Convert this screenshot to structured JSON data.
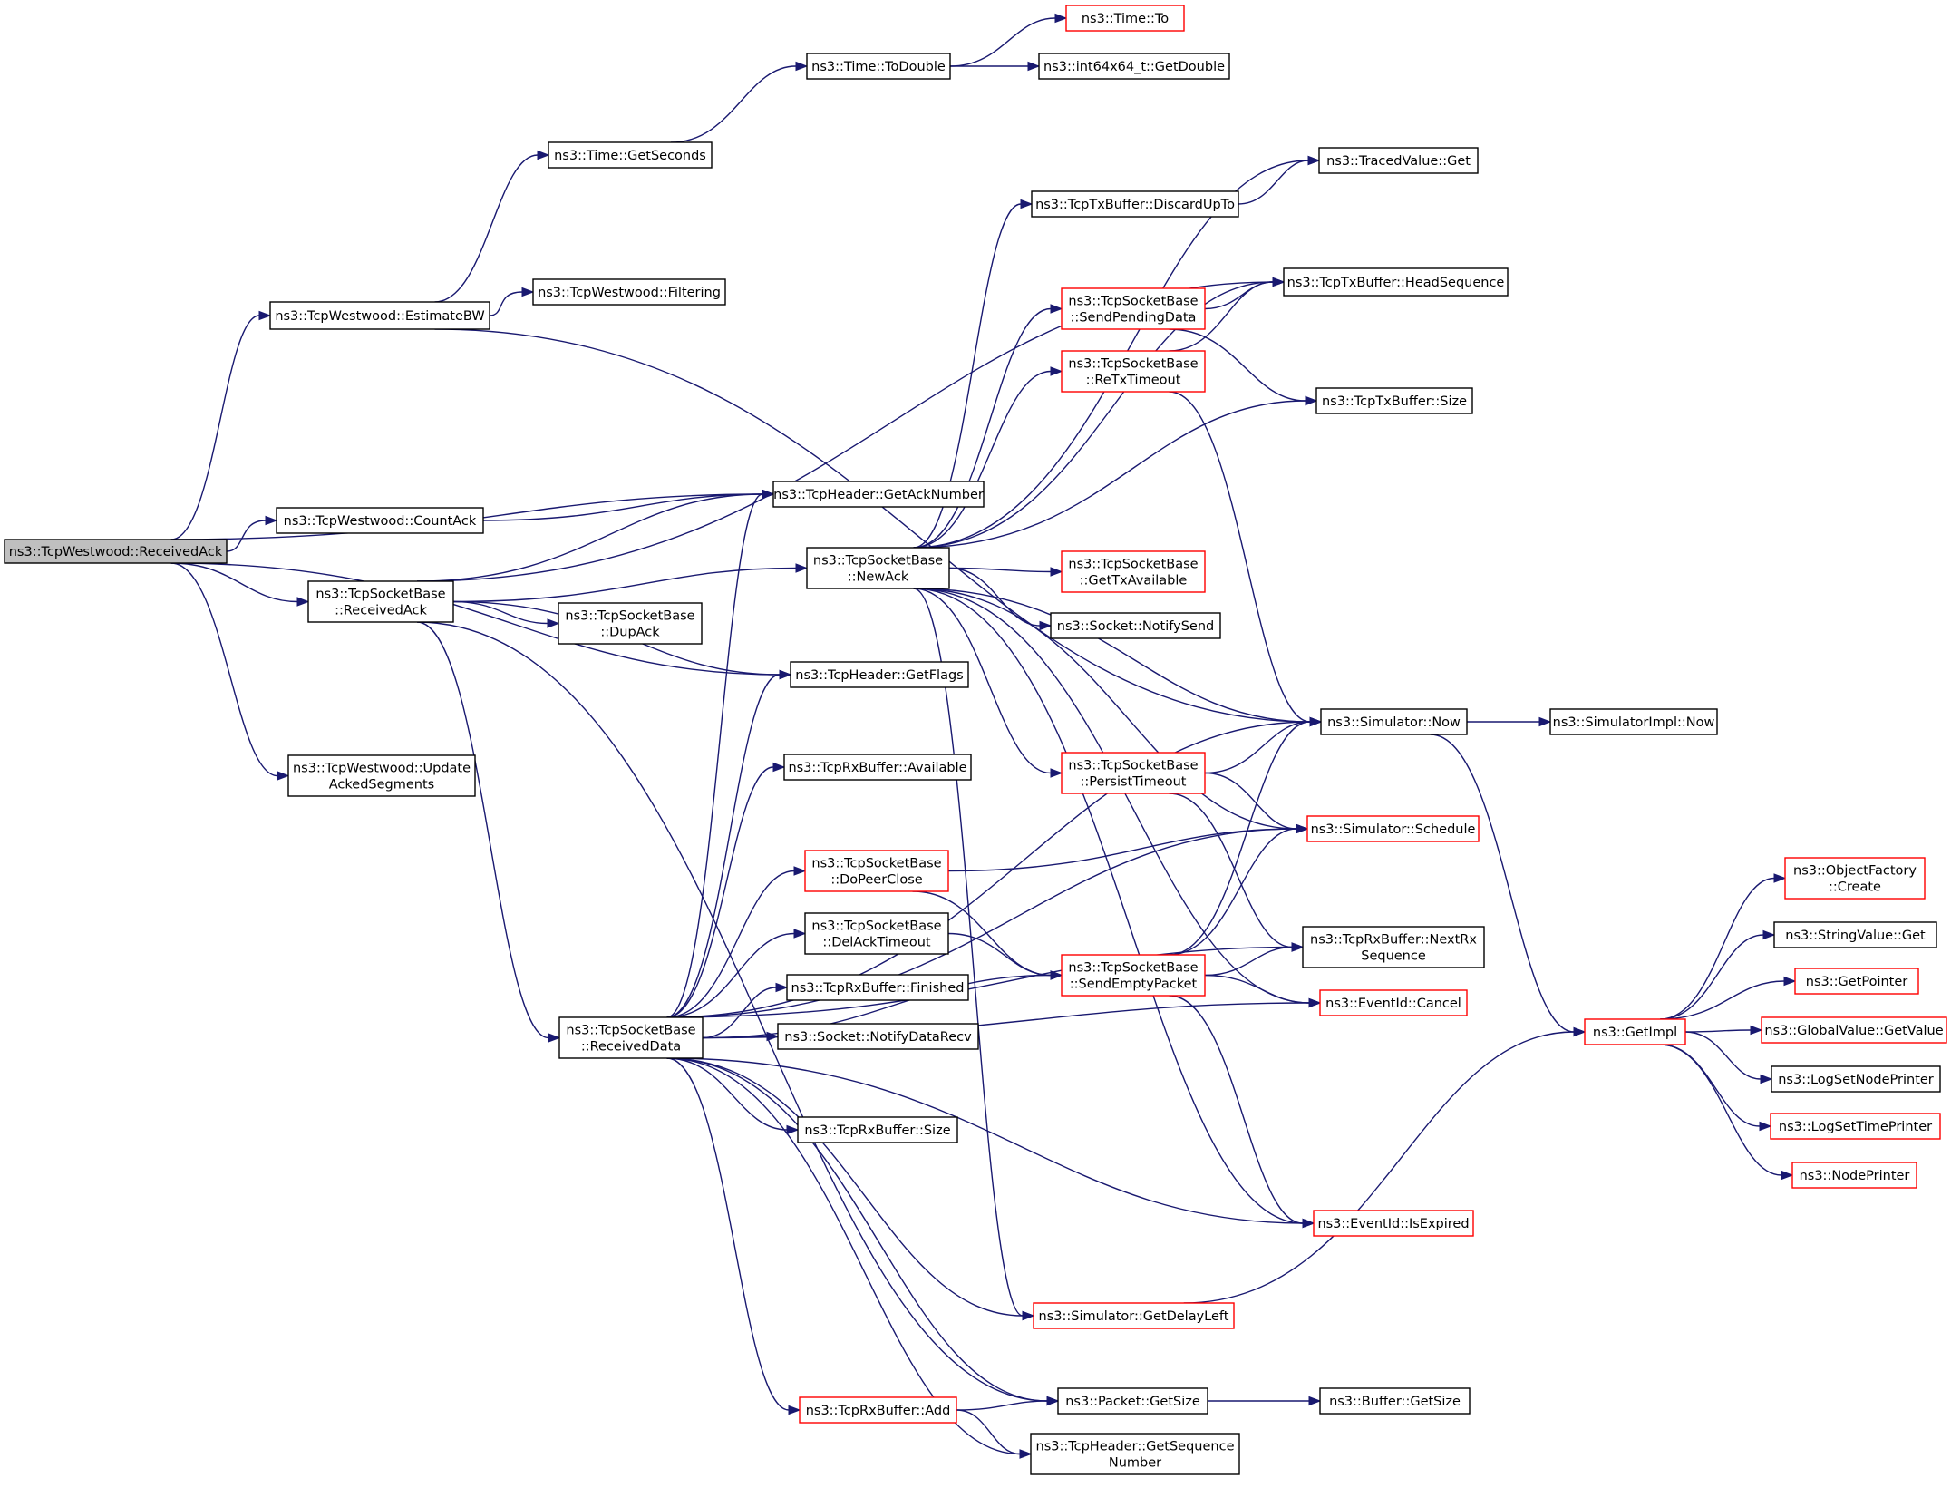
{
  "diagram": {
    "type": "call-graph",
    "edge_color": "#191970",
    "root_fill": "#bfbfbf",
    "highlight_border_color": "#ff0000",
    "nodes": [
      {
        "id": "root",
        "lines": [
          "ns3::TcpWestwood::ReceivedAck"
        ],
        "border": "root"
      },
      {
        "id": "estimatebw",
        "lines": [
          "ns3::TcpWestwood::EstimateBW"
        ],
        "border": "black"
      },
      {
        "id": "countack",
        "lines": [
          "ns3::TcpWestwood::CountAck"
        ],
        "border": "black"
      },
      {
        "id": "sb_receivedack",
        "lines": [
          "ns3::TcpSocketBase",
          "::ReceivedAck"
        ],
        "border": "black"
      },
      {
        "id": "updateacked",
        "lines": [
          "ns3::TcpWestwood::Update",
          "AckedSegments"
        ],
        "border": "black"
      },
      {
        "id": "getseconds",
        "lines": [
          "ns3::Time::GetSeconds"
        ],
        "border": "black"
      },
      {
        "id": "filtering",
        "lines": [
          "ns3::TcpWestwood::Filtering"
        ],
        "border": "black"
      },
      {
        "id": "todouble",
        "lines": [
          "ns3::Time::ToDouble"
        ],
        "border": "black"
      },
      {
        "id": "timeto",
        "lines": [
          "ns3::Time::To"
        ],
        "border": "red"
      },
      {
        "id": "int64getdouble",
        "lines": [
          "ns3::int64x64_t::GetDouble"
        ],
        "border": "black"
      },
      {
        "id": "getacknumber",
        "lines": [
          "ns3::TcpHeader::GetAckNumber"
        ],
        "border": "black"
      },
      {
        "id": "newack",
        "lines": [
          "ns3::TcpSocketBase",
          "::NewAck"
        ],
        "border": "black"
      },
      {
        "id": "dupack",
        "lines": [
          "ns3::TcpSocketBase",
          "::DupAck"
        ],
        "border": "black"
      },
      {
        "id": "getflags",
        "lines": [
          "ns3::TcpHeader::GetFlags"
        ],
        "border": "black"
      },
      {
        "id": "receiveddata",
        "lines": [
          "ns3::TcpSocketBase",
          "::ReceivedData"
        ],
        "border": "black"
      },
      {
        "id": "tracedget",
        "lines": [
          "ns3::TracedValue::Get"
        ],
        "border": "black"
      },
      {
        "id": "discardupto",
        "lines": [
          "ns3::TcpTxBuffer::DiscardUpTo"
        ],
        "border": "black"
      },
      {
        "id": "headsequence",
        "lines": [
          "ns3::TcpTxBuffer::HeadSequence"
        ],
        "border": "black"
      },
      {
        "id": "sendpending",
        "lines": [
          "ns3::TcpSocketBase",
          "::SendPendingData"
        ],
        "border": "red"
      },
      {
        "id": "retxtimeout",
        "lines": [
          "ns3::TcpSocketBase",
          "::ReTxTimeout"
        ],
        "border": "red"
      },
      {
        "id": "txsize",
        "lines": [
          "ns3::TcpTxBuffer::Size"
        ],
        "border": "black"
      },
      {
        "id": "gettxavail",
        "lines": [
          "ns3::TcpSocketBase",
          "::GetTxAvailable"
        ],
        "border": "red"
      },
      {
        "id": "notifysend",
        "lines": [
          "ns3::Socket::NotifySend"
        ],
        "border": "black"
      },
      {
        "id": "simnow",
        "lines": [
          "ns3::Simulator::Now"
        ],
        "border": "black"
      },
      {
        "id": "simimplnow",
        "lines": [
          "ns3::SimulatorImpl::Now"
        ],
        "border": "black"
      },
      {
        "id": "persisttimeout",
        "lines": [
          "ns3::TcpSocketBase",
          "::PersistTimeout"
        ],
        "border": "red"
      },
      {
        "id": "rxavailable",
        "lines": [
          "ns3::TcpRxBuffer::Available"
        ],
        "border": "black"
      },
      {
        "id": "simschedule",
        "lines": [
          "ns3::Simulator::Schedule"
        ],
        "border": "red"
      },
      {
        "id": "dopeerclose",
        "lines": [
          "ns3::TcpSocketBase",
          "::DoPeerClose"
        ],
        "border": "red"
      },
      {
        "id": "delacktimeout",
        "lines": [
          "ns3::TcpSocketBase",
          "::DelAckTimeout"
        ],
        "border": "black"
      },
      {
        "id": "sendempty",
        "lines": [
          "ns3::TcpSocketBase",
          "::SendEmptyPacket"
        ],
        "border": "red"
      },
      {
        "id": "nextrxseq",
        "lines": [
          "ns3::TcpRxBuffer::NextRx",
          "Sequence"
        ],
        "border": "black"
      },
      {
        "id": "eventcancel",
        "lines": [
          "ns3::EventId::Cancel"
        ],
        "border": "red"
      },
      {
        "id": "rxfinished",
        "lines": [
          "ns3::TcpRxBuffer::Finished"
        ],
        "border": "black"
      },
      {
        "id": "notifydatarecv",
        "lines": [
          "ns3::Socket::NotifyDataRecv"
        ],
        "border": "black"
      },
      {
        "id": "rxsize",
        "lines": [
          "ns3::TcpRxBuffer::Size"
        ],
        "border": "black"
      },
      {
        "id": "isexpired",
        "lines": [
          "ns3::EventId::IsExpired"
        ],
        "border": "red"
      },
      {
        "id": "getdelayleft",
        "lines": [
          "ns3::Simulator::GetDelayLeft"
        ],
        "border": "red"
      },
      {
        "id": "packetgetsize",
        "lines": [
          "ns3::Packet::GetSize"
        ],
        "border": "black"
      },
      {
        "id": "buffergetsize",
        "lines": [
          "ns3::Buffer::GetSize"
        ],
        "border": "black"
      },
      {
        "id": "rxadd",
        "lines": [
          "ns3::TcpRxBuffer::Add"
        ],
        "border": "red"
      },
      {
        "id": "getseqnum",
        "lines": [
          "ns3::TcpHeader::GetSequence",
          "Number"
        ],
        "border": "black"
      },
      {
        "id": "getimpl",
        "lines": [
          "ns3::GetImpl"
        ],
        "border": "red"
      },
      {
        "id": "objfactory",
        "lines": [
          "ns3::ObjectFactory",
          "::Create"
        ],
        "border": "red"
      },
      {
        "id": "stringget",
        "lines": [
          "ns3::StringValue::Get"
        ],
        "border": "black"
      },
      {
        "id": "getpointer",
        "lines": [
          "ns3::GetPointer"
        ],
        "border": "red"
      },
      {
        "id": "globalget",
        "lines": [
          "ns3::GlobalValue::GetValue"
        ],
        "border": "red"
      },
      {
        "id": "logsetnode",
        "lines": [
          "ns3::LogSetNodePrinter"
        ],
        "border": "black"
      },
      {
        "id": "logsettime",
        "lines": [
          "ns3::LogSetTimePrinter"
        ],
        "border": "red"
      },
      {
        "id": "nodeprinter",
        "lines": [
          "ns3::NodePrinter"
        ],
        "border": "red"
      }
    ],
    "edges": [
      [
        "root",
        "estimatebw"
      ],
      [
        "root",
        "countack"
      ],
      [
        "root",
        "getacknumber"
      ],
      [
        "root",
        "sb_receivedack"
      ],
      [
        "root",
        "getflags"
      ],
      [
        "root",
        "updateacked"
      ],
      [
        "estimatebw",
        "getseconds"
      ],
      [
        "estimatebw",
        "filtering"
      ],
      [
        "estimatebw",
        "simnow"
      ],
      [
        "getseconds",
        "todouble"
      ],
      [
        "todouble",
        "timeto"
      ],
      [
        "todouble",
        "int64getdouble"
      ],
      [
        "countack",
        "getacknumber"
      ],
      [
        "sb_receivedack",
        "headsequence"
      ],
      [
        "sb_receivedack",
        "getacknumber"
      ],
      [
        "sb_receivedack",
        "newack"
      ],
      [
        "sb_receivedack",
        "dupack"
      ],
      [
        "sb_receivedack",
        "getflags"
      ],
      [
        "sb_receivedack",
        "receiveddata"
      ],
      [
        "sb_receivedack",
        "packetgetsize"
      ],
      [
        "newack",
        "tracedget"
      ],
      [
        "newack",
        "discardupto"
      ],
      [
        "newack",
        "headsequence"
      ],
      [
        "newack",
        "sendpending"
      ],
      [
        "newack",
        "retxtimeout"
      ],
      [
        "newack",
        "txsize"
      ],
      [
        "newack",
        "simnow"
      ],
      [
        "newack",
        "gettxavail"
      ],
      [
        "newack",
        "notifysend"
      ],
      [
        "newack",
        "persisttimeout"
      ],
      [
        "newack",
        "simschedule"
      ],
      [
        "newack",
        "eventcancel"
      ],
      [
        "newack",
        "isexpired"
      ],
      [
        "newack",
        "getdelayleft"
      ],
      [
        "discardupto",
        "tracedget"
      ],
      [
        "sendpending",
        "headsequence"
      ],
      [
        "sendpending",
        "txsize"
      ],
      [
        "retxtimeout",
        "headsequence"
      ],
      [
        "retxtimeout",
        "simnow"
      ],
      [
        "simnow",
        "simimplnow"
      ],
      [
        "simnow",
        "getimpl"
      ],
      [
        "persisttimeout",
        "simnow"
      ],
      [
        "persisttimeout",
        "simschedule"
      ],
      [
        "persisttimeout",
        "nextrxseq"
      ],
      [
        "receiveddata",
        "getacknumber"
      ],
      [
        "receiveddata",
        "getflags"
      ],
      [
        "receiveddata",
        "simnow"
      ],
      [
        "receiveddata",
        "rxavailable"
      ],
      [
        "receiveddata",
        "simschedule"
      ],
      [
        "receiveddata",
        "dopeerclose"
      ],
      [
        "receiveddata",
        "delacktimeout"
      ],
      [
        "receiveddata",
        "rxfinished"
      ],
      [
        "receiveddata",
        "notifydatarecv"
      ],
      [
        "receiveddata",
        "sendempty"
      ],
      [
        "receiveddata",
        "rxsize"
      ],
      [
        "receiveddata",
        "nextrxseq"
      ],
      [
        "receiveddata",
        "eventcancel"
      ],
      [
        "receiveddata",
        "isexpired"
      ],
      [
        "receiveddata",
        "getdelayleft"
      ],
      [
        "receiveddata",
        "packetgetsize"
      ],
      [
        "receiveddata",
        "rxadd"
      ],
      [
        "receiveddata",
        "getseqnum"
      ],
      [
        "dopeerclose",
        "simschedule"
      ],
      [
        "dopeerclose",
        "sendempty"
      ],
      [
        "delacktimeout",
        "sendempty"
      ],
      [
        "sendempty",
        "simnow"
      ],
      [
        "sendempty",
        "simschedule"
      ],
      [
        "sendempty",
        "nextrxseq"
      ],
      [
        "sendempty",
        "eventcancel"
      ],
      [
        "sendempty",
        "isexpired"
      ],
      [
        "getdelayleft",
        "getimpl"
      ],
      [
        "packetgetsize",
        "buffergetsize"
      ],
      [
        "rxadd",
        "packetgetsize"
      ],
      [
        "rxadd",
        "getseqnum"
      ],
      [
        "getimpl",
        "objfactory"
      ],
      [
        "getimpl",
        "stringget"
      ],
      [
        "getimpl",
        "getpointer"
      ],
      [
        "getimpl",
        "globalget"
      ],
      [
        "getimpl",
        "logsetnode"
      ],
      [
        "getimpl",
        "logsettime"
      ],
      [
        "getimpl",
        "nodeprinter"
      ]
    ]
  }
}
